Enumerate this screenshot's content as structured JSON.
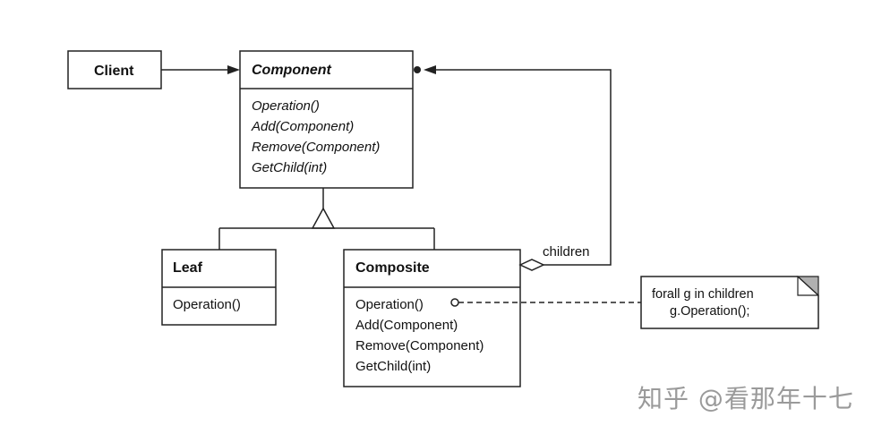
{
  "diagram": {
    "colors": {
      "line": "#222222",
      "box_fill": "#ffffff",
      "text": "#111111",
      "note_fold": "#b0b0b0",
      "watermark": "#9a9a9a"
    },
    "client": {
      "name": "Client"
    },
    "component": {
      "name": "Component",
      "operations": [
        "Operation()",
        "Add(Component)",
        "Remove(Component)",
        "GetChild(int)"
      ]
    },
    "leaf": {
      "name": "Leaf",
      "operations": [
        "Operation()"
      ]
    },
    "composite": {
      "name": "Composite",
      "operations": [
        "Operation()",
        "Add(Component)",
        "Remove(Component)",
        "GetChild(int)"
      ]
    },
    "association_label": "children",
    "note": {
      "lines": [
        "forall g in children",
        "g.Operation();"
      ]
    }
  },
  "watermark": "知乎 @看那年十七"
}
